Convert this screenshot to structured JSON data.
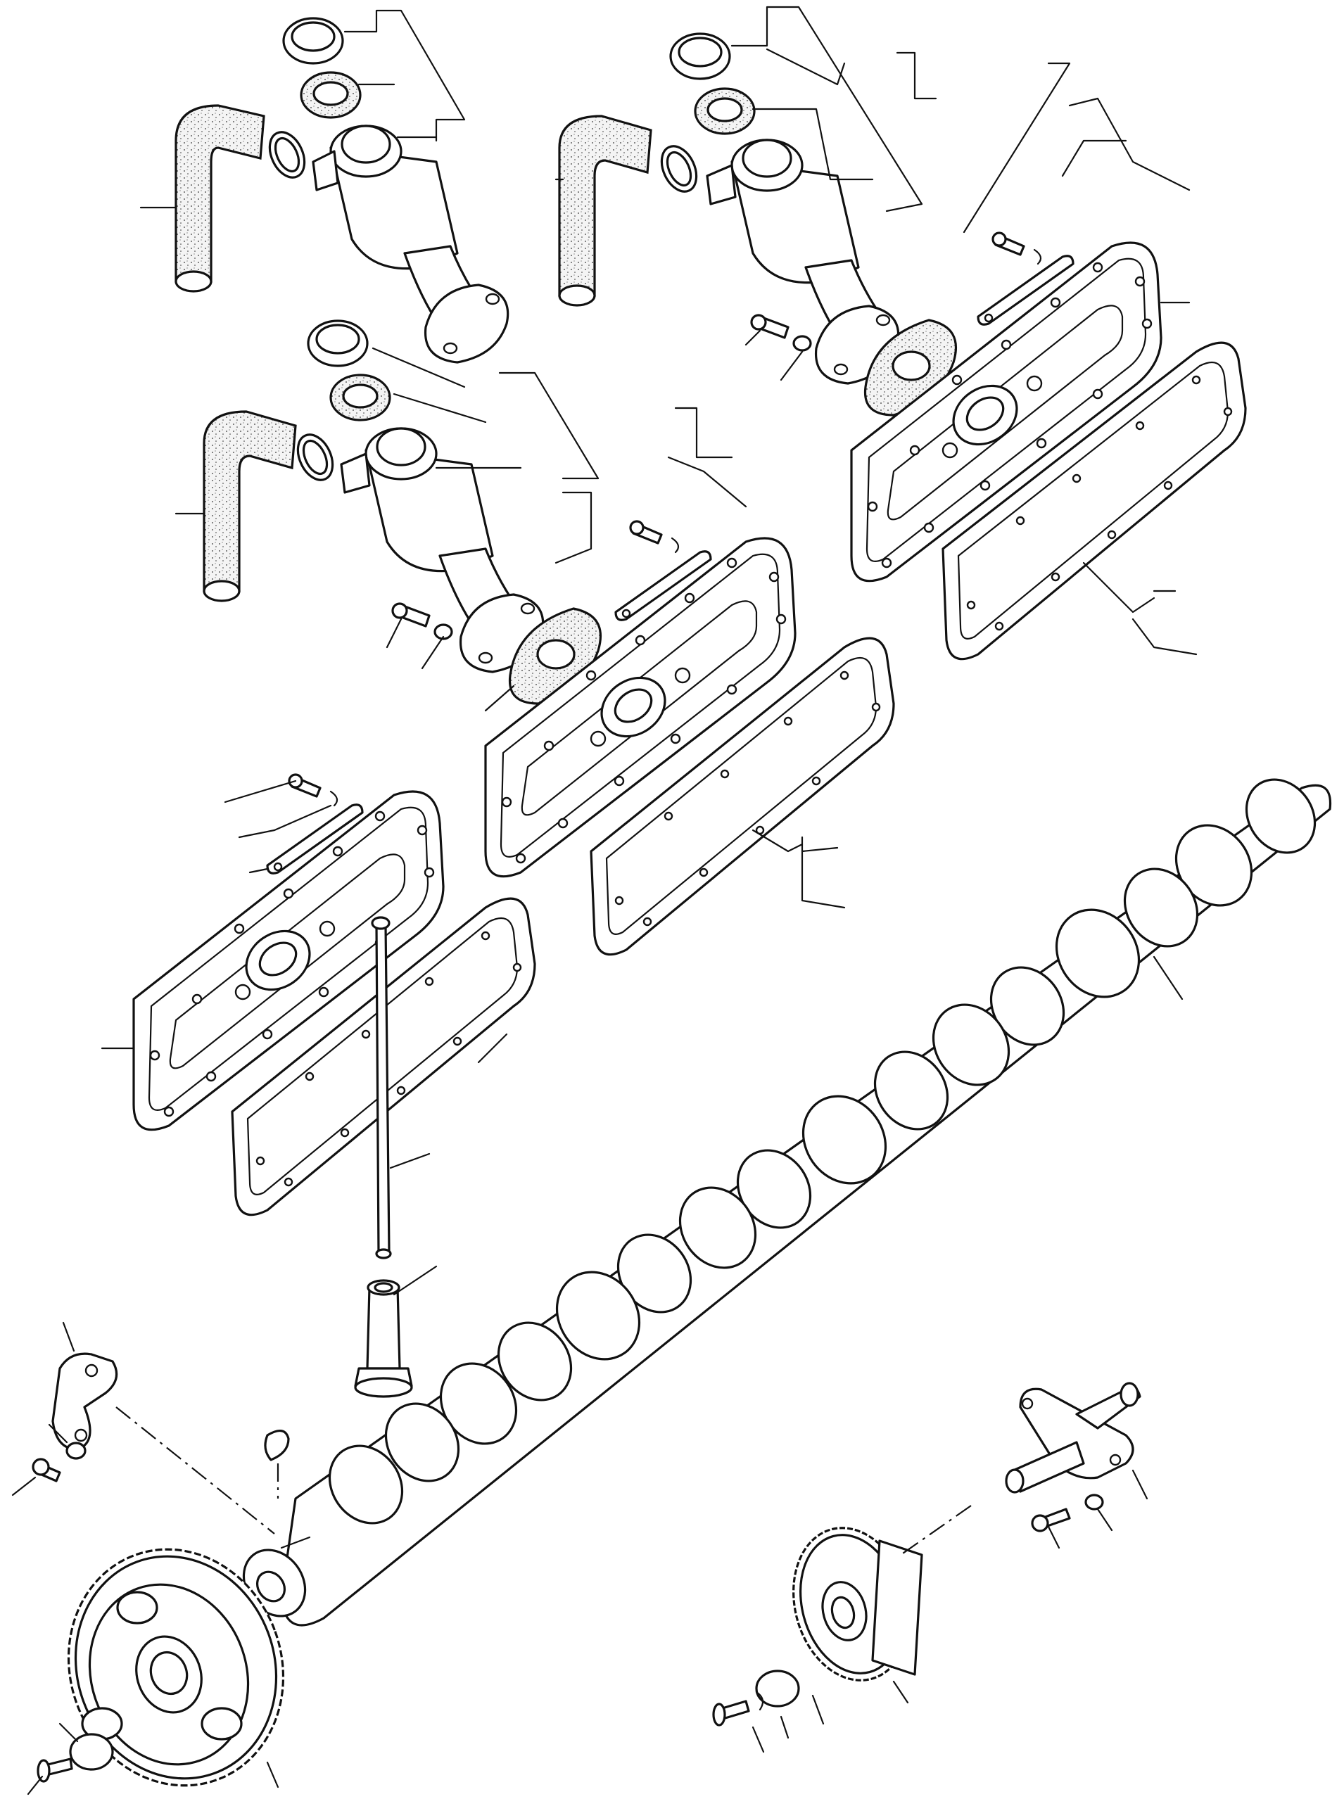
{
  "diagram": {
    "kind": "exploded-parts-view",
    "groups": [
      {
        "name": "water-outlet-assembly",
        "count": 3
      },
      {
        "name": "side-cover-assembly",
        "count": 3
      },
      {
        "name": "camshaft-assembly",
        "count": 1
      },
      {
        "name": "idler-gear-assembly",
        "count": 1
      }
    ],
    "leader_line_count": 58,
    "callout_text": []
  }
}
